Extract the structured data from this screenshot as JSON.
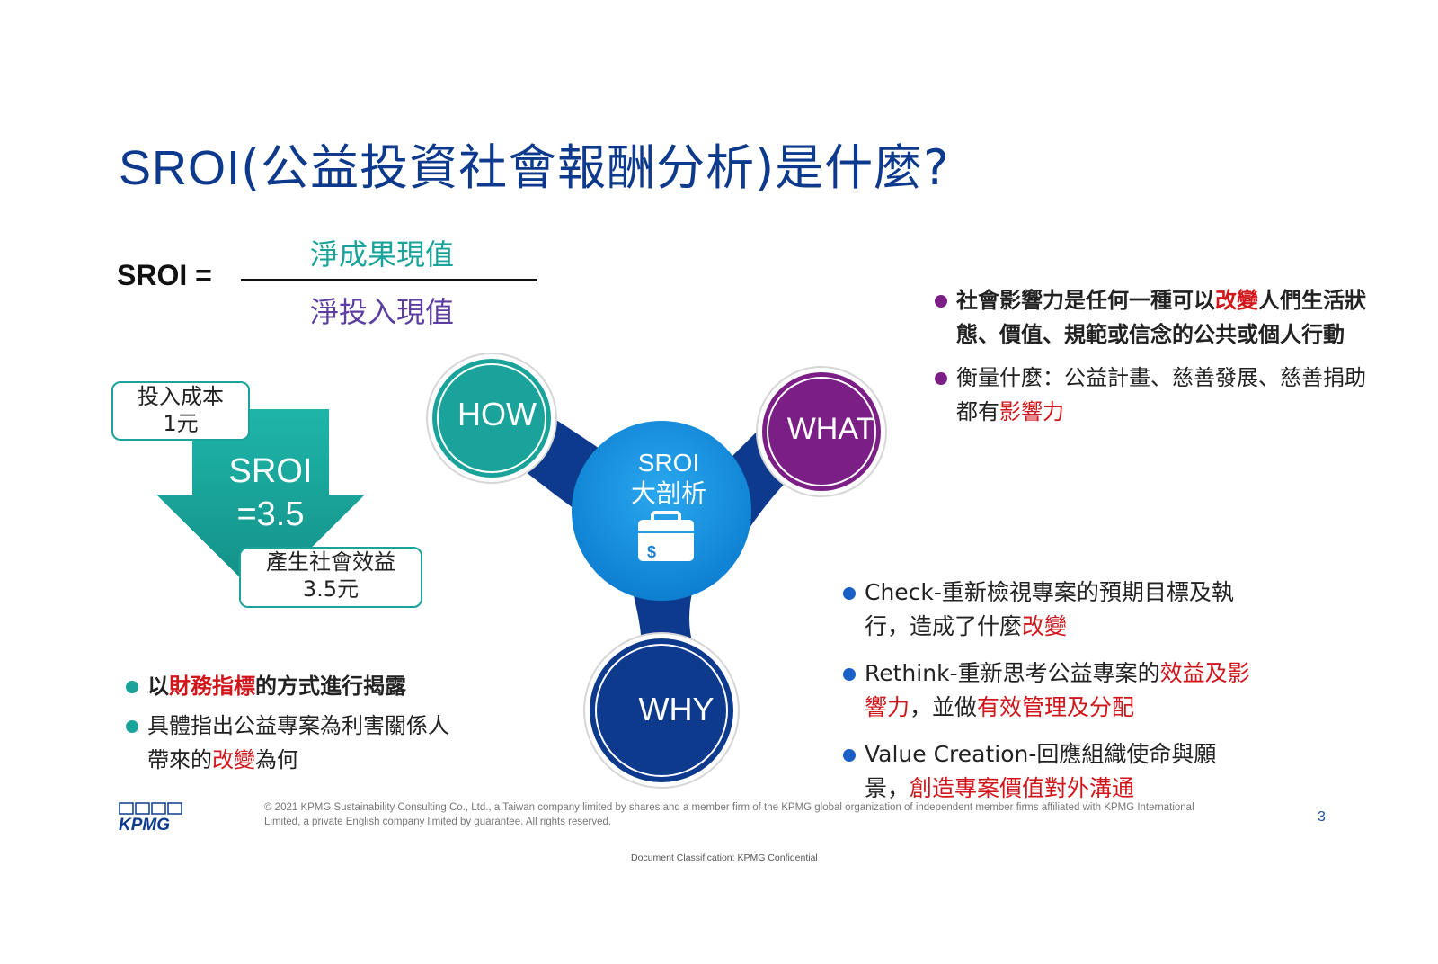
{
  "title": {
    "latin": "SROI",
    "rest": "(公益投資社會報酬分析)是什麼?"
  },
  "formula": {
    "label": "SROI =",
    "numerator": "淨成果現值",
    "denominator": "淨投入現值"
  },
  "arrow": {
    "cost_line1": "投入成本",
    "cost_line2": "1元",
    "sroi_line1": "SROI",
    "sroi_line2": "=3.5",
    "benefit_line1": "產生社會效益",
    "benefit_line2": "3.5元"
  },
  "left_bullets": [
    {
      "pre": "以",
      "highlight": "財務指標",
      "post": "的方式進行揭露"
    },
    {
      "pre": "具體指出公益專案為利害關係人帶來的",
      "highlight": "改變",
      "post": "為何"
    }
  ],
  "right_top_bullets": [
    {
      "pre": "社會影響力是任何一種可以",
      "highlight": "改變",
      "post": "人們生活狀態、價值、規範或信念的公共或個人行動"
    },
    {
      "pre": "衡量什麼：公益計畫、慈善發展、慈善捐助都有",
      "highlight": "影響力",
      "post": ""
    }
  ],
  "diagram": {
    "how": "HOW",
    "what": "WHAT",
    "why": "WHY",
    "center_line1": "SROI",
    "center_line2": "大剖析",
    "center_icon": "briefcase-dollar-icon"
  },
  "right_bottom_bullets": [
    {
      "pre": "Check-重新檢視專案的預期目標及執行，造成了什麼",
      "highlight": "改變",
      "post": ""
    },
    {
      "pre": "Rethink-重新思考公益專案的",
      "highlight": "效益及影響力",
      "mid": "，並做",
      "highlight2": "有效管理及分配"
    },
    {
      "pre": "Value Creation-回應組織使命與願景，",
      "highlight": "創造專案價值對外溝通",
      "post": ""
    }
  ],
  "footer": {
    "logo": "KPMG",
    "copyright": "© 2021 KPMG Sustainability Consulting Co., Ltd., a Taiwan company limited by shares and a member firm of the KPMG global organization of independent member firms affiliated with KPMG International Limited, a private English company limited by guarantee. All rights reserved.",
    "page_number": "3",
    "classification": "Document Classification: KPMG Confidential"
  },
  "colors": {
    "title": "#0d3a8c",
    "teal": "#1aa39a",
    "purple": "#7b1f86",
    "blue": "#1a5fc5",
    "highlight_red": "#d0161b"
  }
}
